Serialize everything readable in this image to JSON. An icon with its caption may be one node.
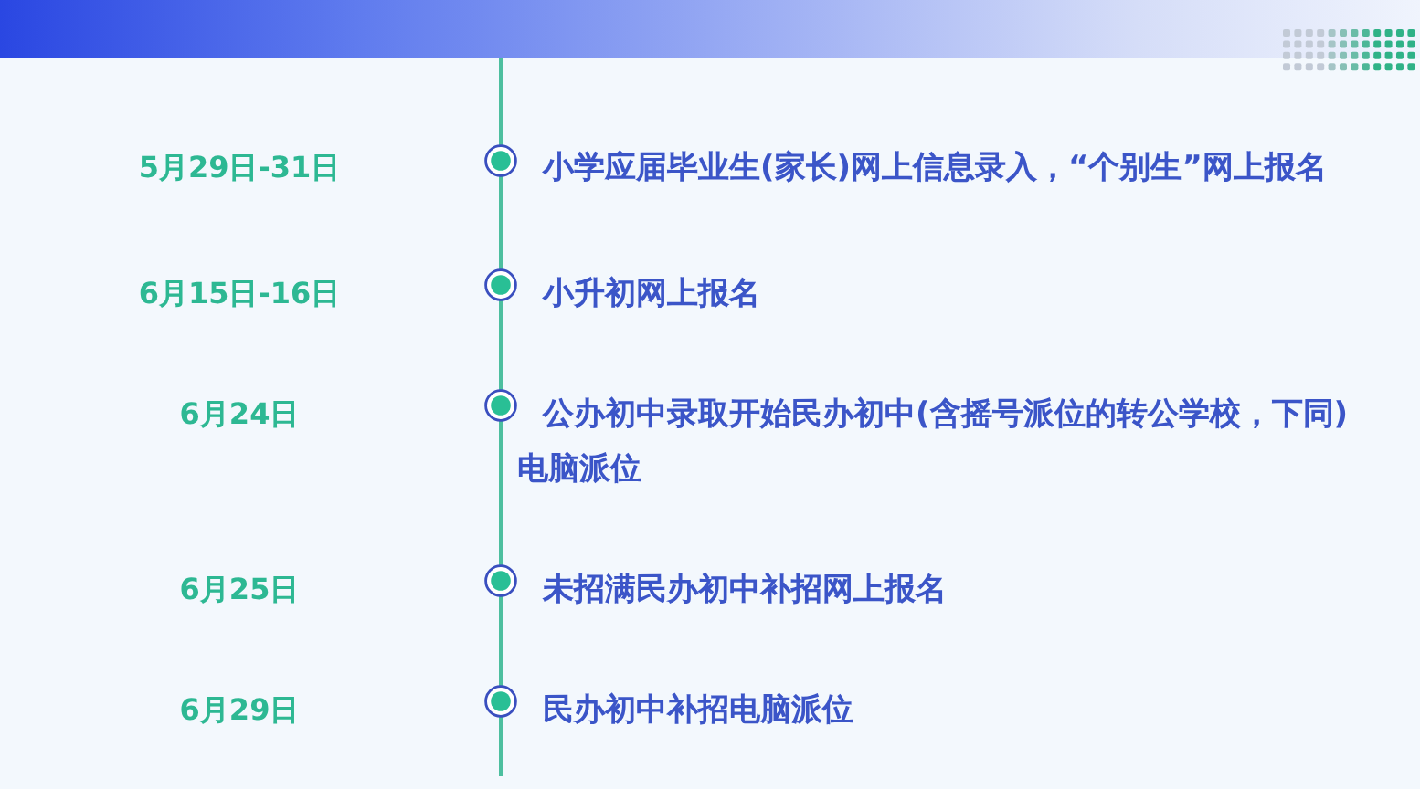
{
  "diagram": {
    "labels": [
      "5月29日-31日",
      "小学应届毕业生(家长)网上信息录入，“个别生”网上报名",
      "6月15日-16日",
      "小升初网上报名",
      "6月24日",
      "公办初中录取开始民办初中(含摇号派位的转公学校，下同)电脑派位",
      "6月25日",
      "未招满民办初中补招网上报名",
      "6月29日",
      "民办初中补招电脑派位"
    ]
  }
}
